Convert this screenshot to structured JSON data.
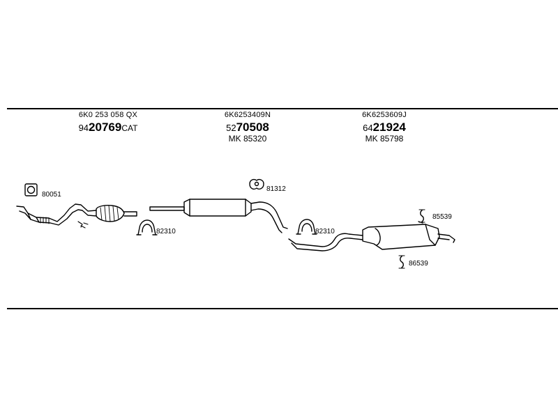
{
  "parts": [
    {
      "oe": "6K0 253 058 QX",
      "num_prefix": "94",
      "num_main": "20769",
      "num_suffix": "CAT",
      "mk": ""
    },
    {
      "oe": "6K6253409N",
      "num_prefix": "52",
      "num_main": "70508",
      "num_suffix": "",
      "mk": "MK  85320"
    },
    {
      "oe": "6K6253609J",
      "num_prefix": "64",
      "num_main": "21924",
      "num_suffix": "",
      "mk": "MK  85798"
    }
  ],
  "labels": {
    "gasket": "80051",
    "clamp_front": "82310",
    "mount": "81312",
    "clamp_rear": "82310",
    "hanger_top": "85539",
    "hanger_bottom": "86539"
  }
}
